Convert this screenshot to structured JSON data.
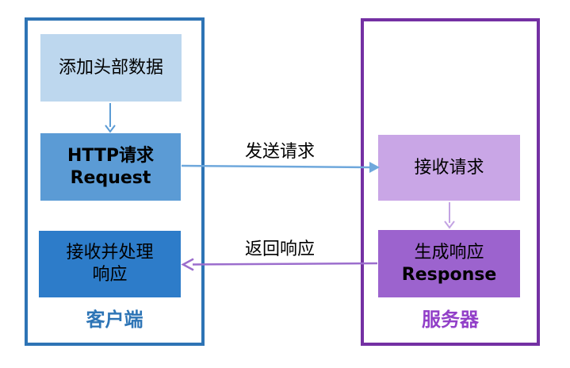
{
  "diagram": {
    "client": {
      "label": "客户端",
      "add_header_box": "添加头部数据",
      "http_request_box": {
        "line1": "HTTP请求",
        "line2": "Request"
      },
      "receive_process_box": {
        "line1": "接收并处理",
        "line2": "响应"
      }
    },
    "server": {
      "label": "服务器",
      "receive_request_box": "接收请求",
      "generate_response_box": {
        "line1": "生成响应",
        "line2": "Response"
      }
    },
    "arrows": {
      "send_request_label": "发送请求",
      "return_response_label": "返回响应"
    },
    "colors": {
      "client_border": "#2E74B5",
      "client_label_text": "#2E75B6",
      "box_light_blue": "#BDD7EE",
      "box_medium_blue": "#5B9BD5",
      "box_vivid_blue": "#2D7CC9",
      "server_border": "#7430A3",
      "server_label_text": "#9240C8",
      "box_light_purple": "#C9A6E6",
      "box_medium_purple": "#9C63CE",
      "arrow_blue": "#6FA8DC",
      "arrow_purple": "#9C6ECD",
      "arrow_light_purple": "#C3A3E3",
      "box_text": "#000000"
    }
  }
}
